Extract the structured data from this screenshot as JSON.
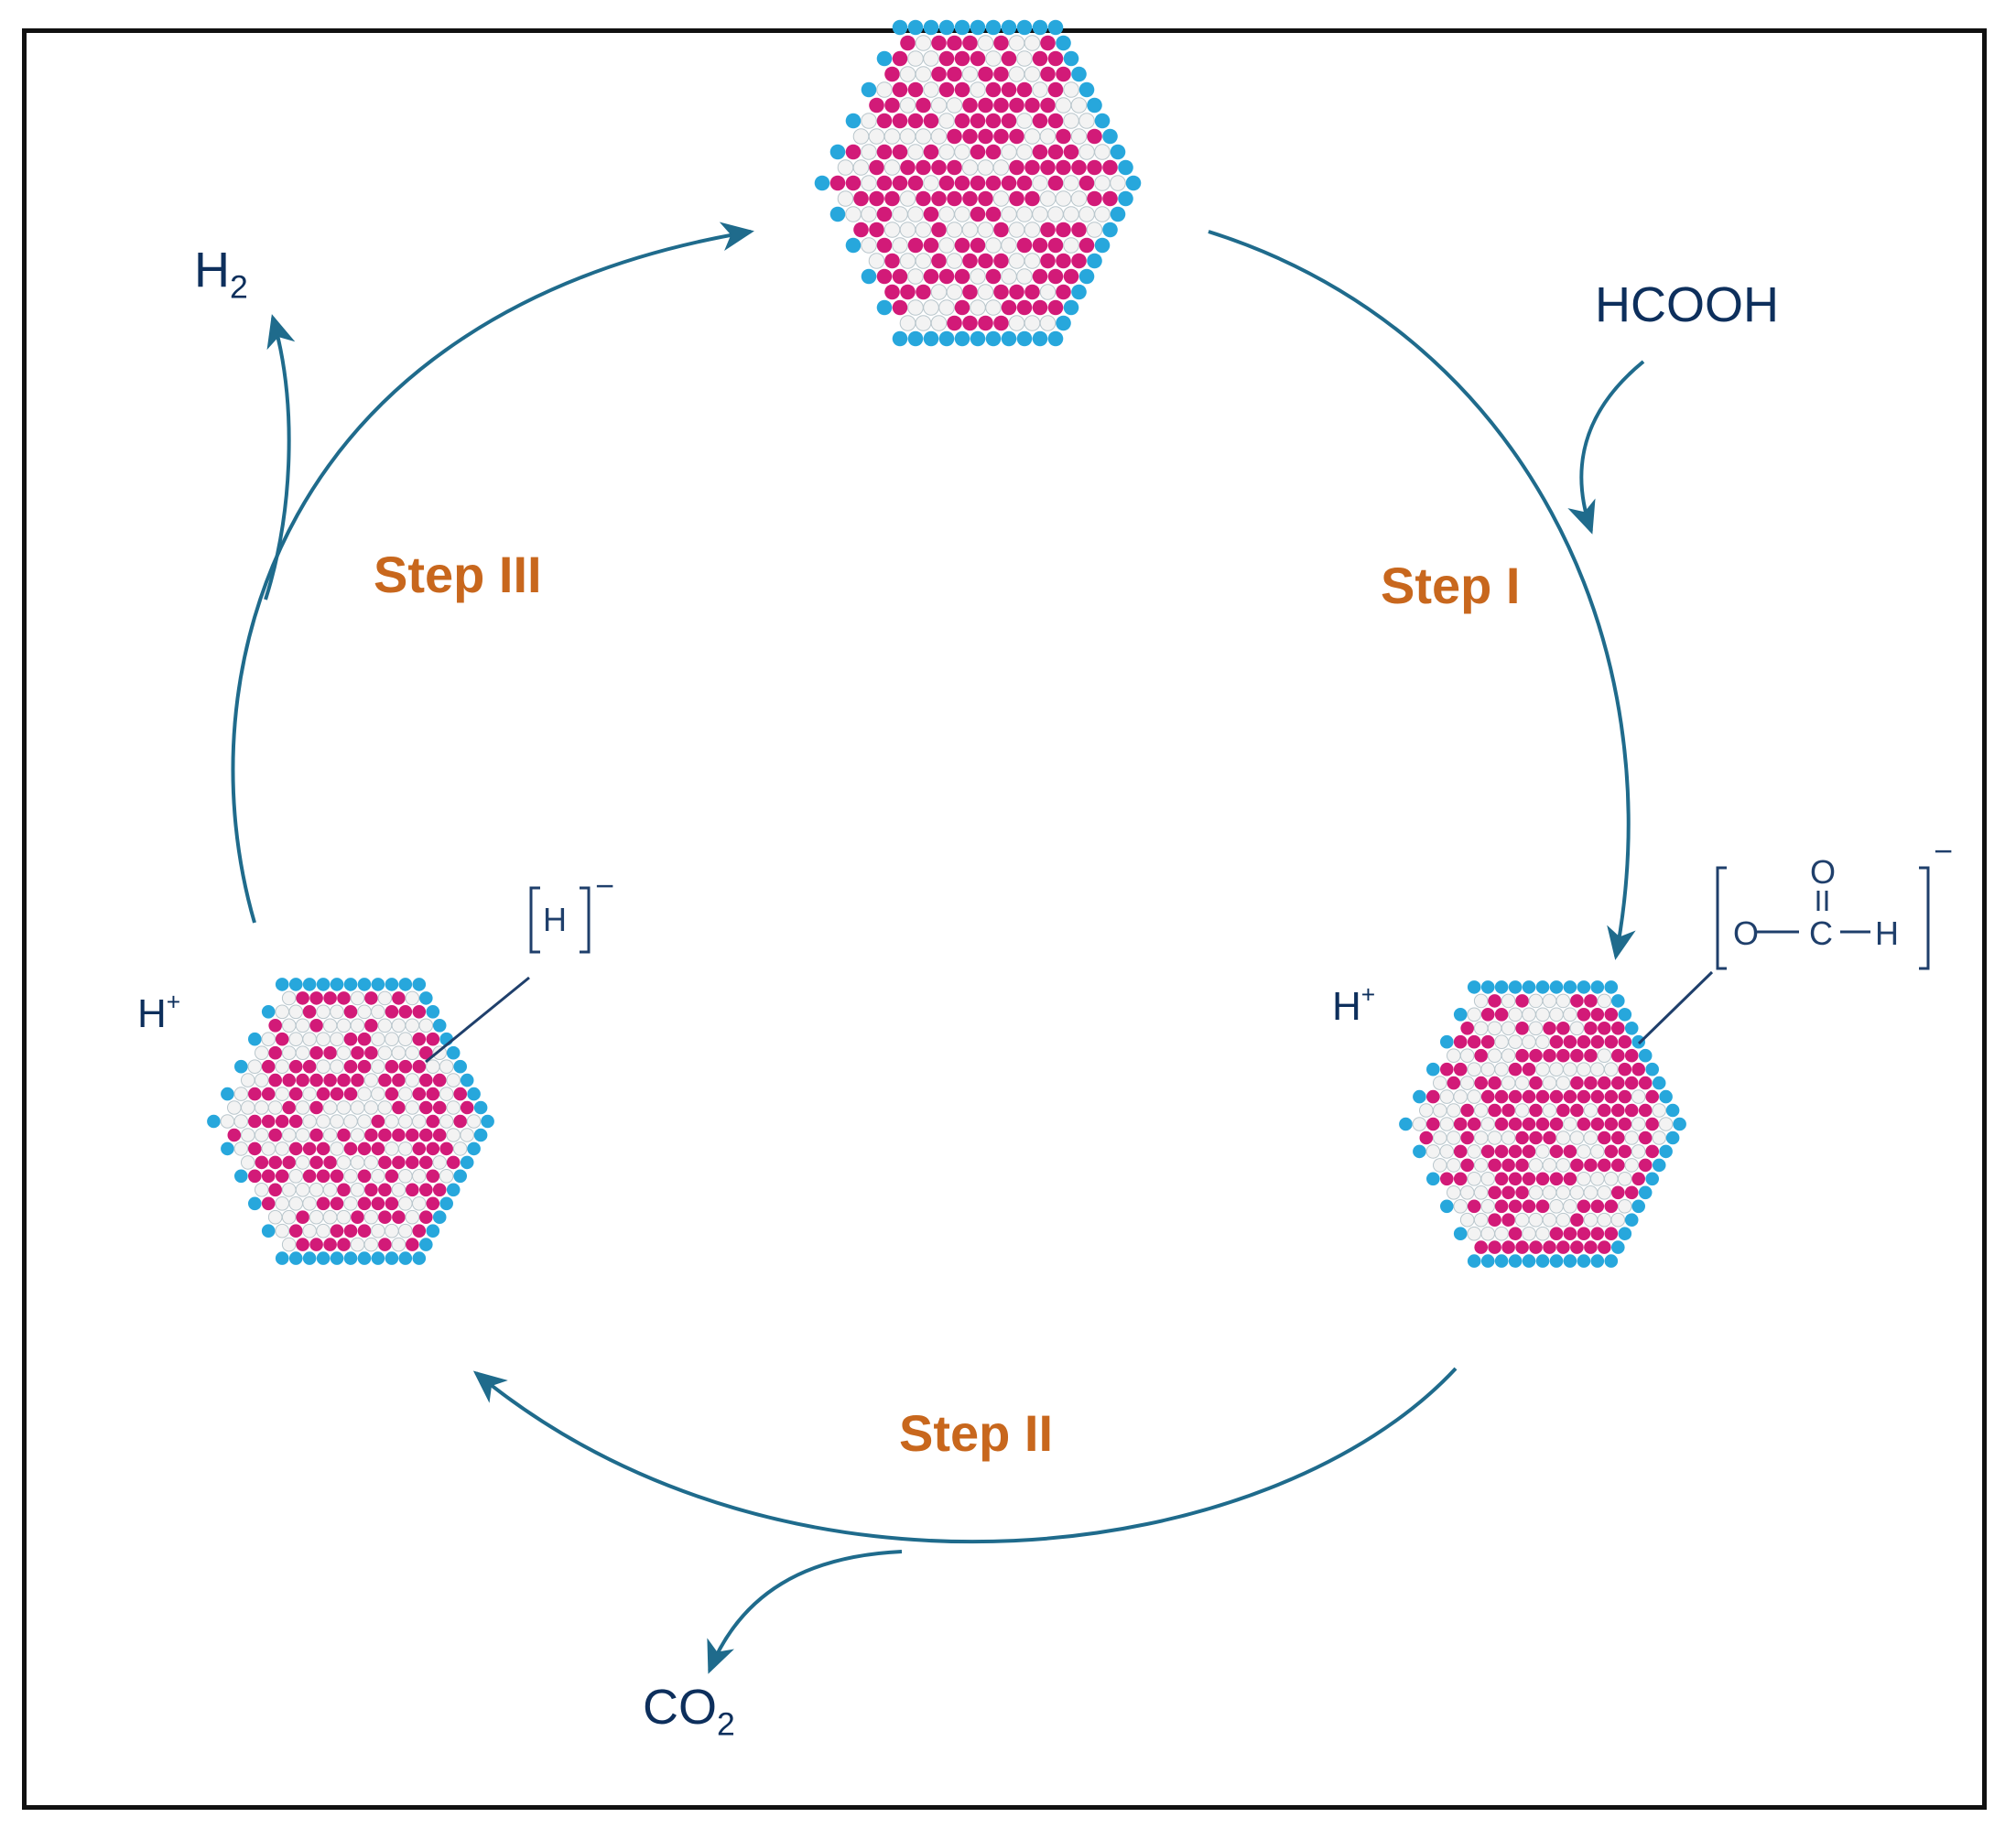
{
  "colors": {
    "arrow": "#1f6b8c",
    "step_label": "#c8671d",
    "chem_label": "#0d2f5c",
    "atom_blue": "#27a7dc",
    "atom_magenta": "#d21a78",
    "atom_white": "#f3f3f3",
    "frame": "#111111"
  },
  "labels": {
    "step1": "Step I",
    "step2": "Step II",
    "step3": "Step III",
    "reactant": "HCOOH",
    "product_h2": "H",
    "product_h2_sub": "2",
    "product_co2": "CO",
    "product_co2_sub": "2",
    "proton_right": "H",
    "proton_right_sup": "+",
    "proton_left": "H",
    "proton_left_sup": "+"
  },
  "intermediates": {
    "hydride": {
      "atom": "H",
      "charge": "−"
    },
    "formate": {
      "o1": "O",
      "c": "C",
      "h": "H",
      "o2": "O",
      "charge": "−"
    }
  },
  "icons": [
    "nanoparticle-top",
    "nanoparticle-right",
    "nanoparticle-left"
  ]
}
